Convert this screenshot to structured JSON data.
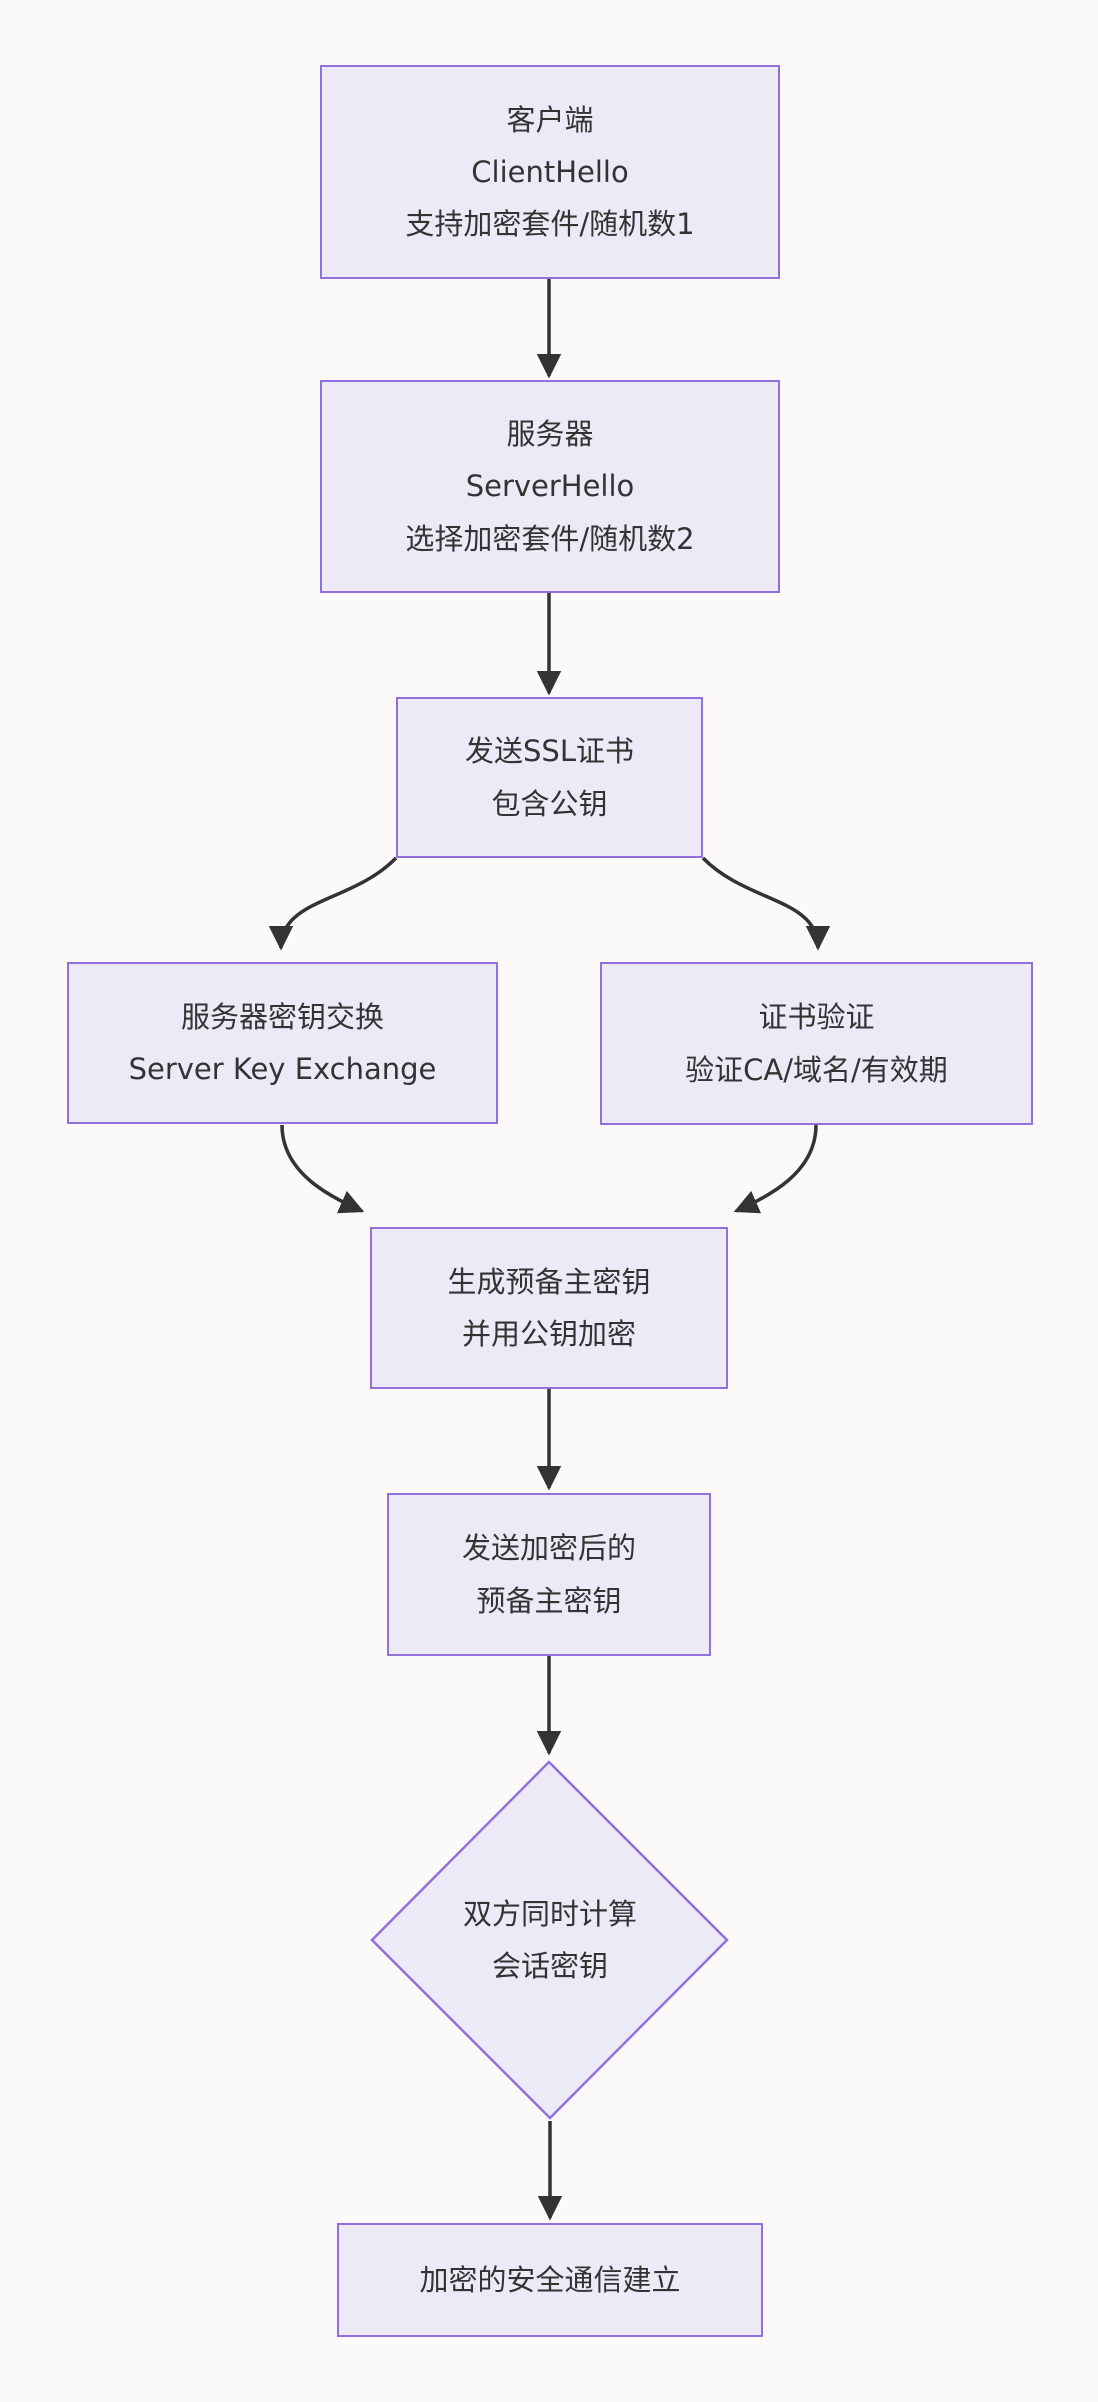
{
  "colors": {
    "background": "#fbfaf8",
    "node-fill": "#edeaf8",
    "node-border": "#9370db",
    "edge": "#333333",
    "text": "#333333"
  },
  "flowchart": {
    "type": "flowchart-top-down",
    "nodes": {
      "client_hello": {
        "shape": "rect",
        "lines": [
          "客户端",
          "ClientHello",
          "支持加密套件/随机数1"
        ]
      },
      "server_hello": {
        "shape": "rect",
        "lines": [
          "服务器",
          "ServerHello",
          "选择加密套件/随机数2"
        ]
      },
      "ssl_cert": {
        "shape": "rect",
        "lines": [
          "发送SSL证书",
          "包含公钥"
        ]
      },
      "server_key_exchange": {
        "shape": "rect",
        "lines": [
          "服务器密钥交换",
          "Server Key Exchange"
        ]
      },
      "cert_verify": {
        "shape": "rect",
        "lines": [
          "证书验证",
          "验证CA/域名/有效期"
        ]
      },
      "premaster_key": {
        "shape": "rect",
        "lines": [
          "生成预备主密钥",
          "并用公钥加密"
        ]
      },
      "send_premaster": {
        "shape": "rect",
        "lines": [
          "发送加密后的",
          "预备主密钥"
        ]
      },
      "session_key": {
        "shape": "diamond",
        "lines": [
          "双方同时计算",
          "会话密钥"
        ]
      },
      "secure_channel": {
        "shape": "rect",
        "lines": [
          "加密的安全通信建立"
        ]
      }
    },
    "edges": [
      {
        "from": "client_hello",
        "to": "server_hello"
      },
      {
        "from": "server_hello",
        "to": "ssl_cert"
      },
      {
        "from": "ssl_cert",
        "to": "server_key_exchange"
      },
      {
        "from": "ssl_cert",
        "to": "cert_verify"
      },
      {
        "from": "server_key_exchange",
        "to": "premaster_key"
      },
      {
        "from": "cert_verify",
        "to": "premaster_key"
      },
      {
        "from": "premaster_key",
        "to": "send_premaster"
      },
      {
        "from": "send_premaster",
        "to": "session_key"
      },
      {
        "from": "session_key",
        "to": "secure_channel"
      }
    ]
  }
}
